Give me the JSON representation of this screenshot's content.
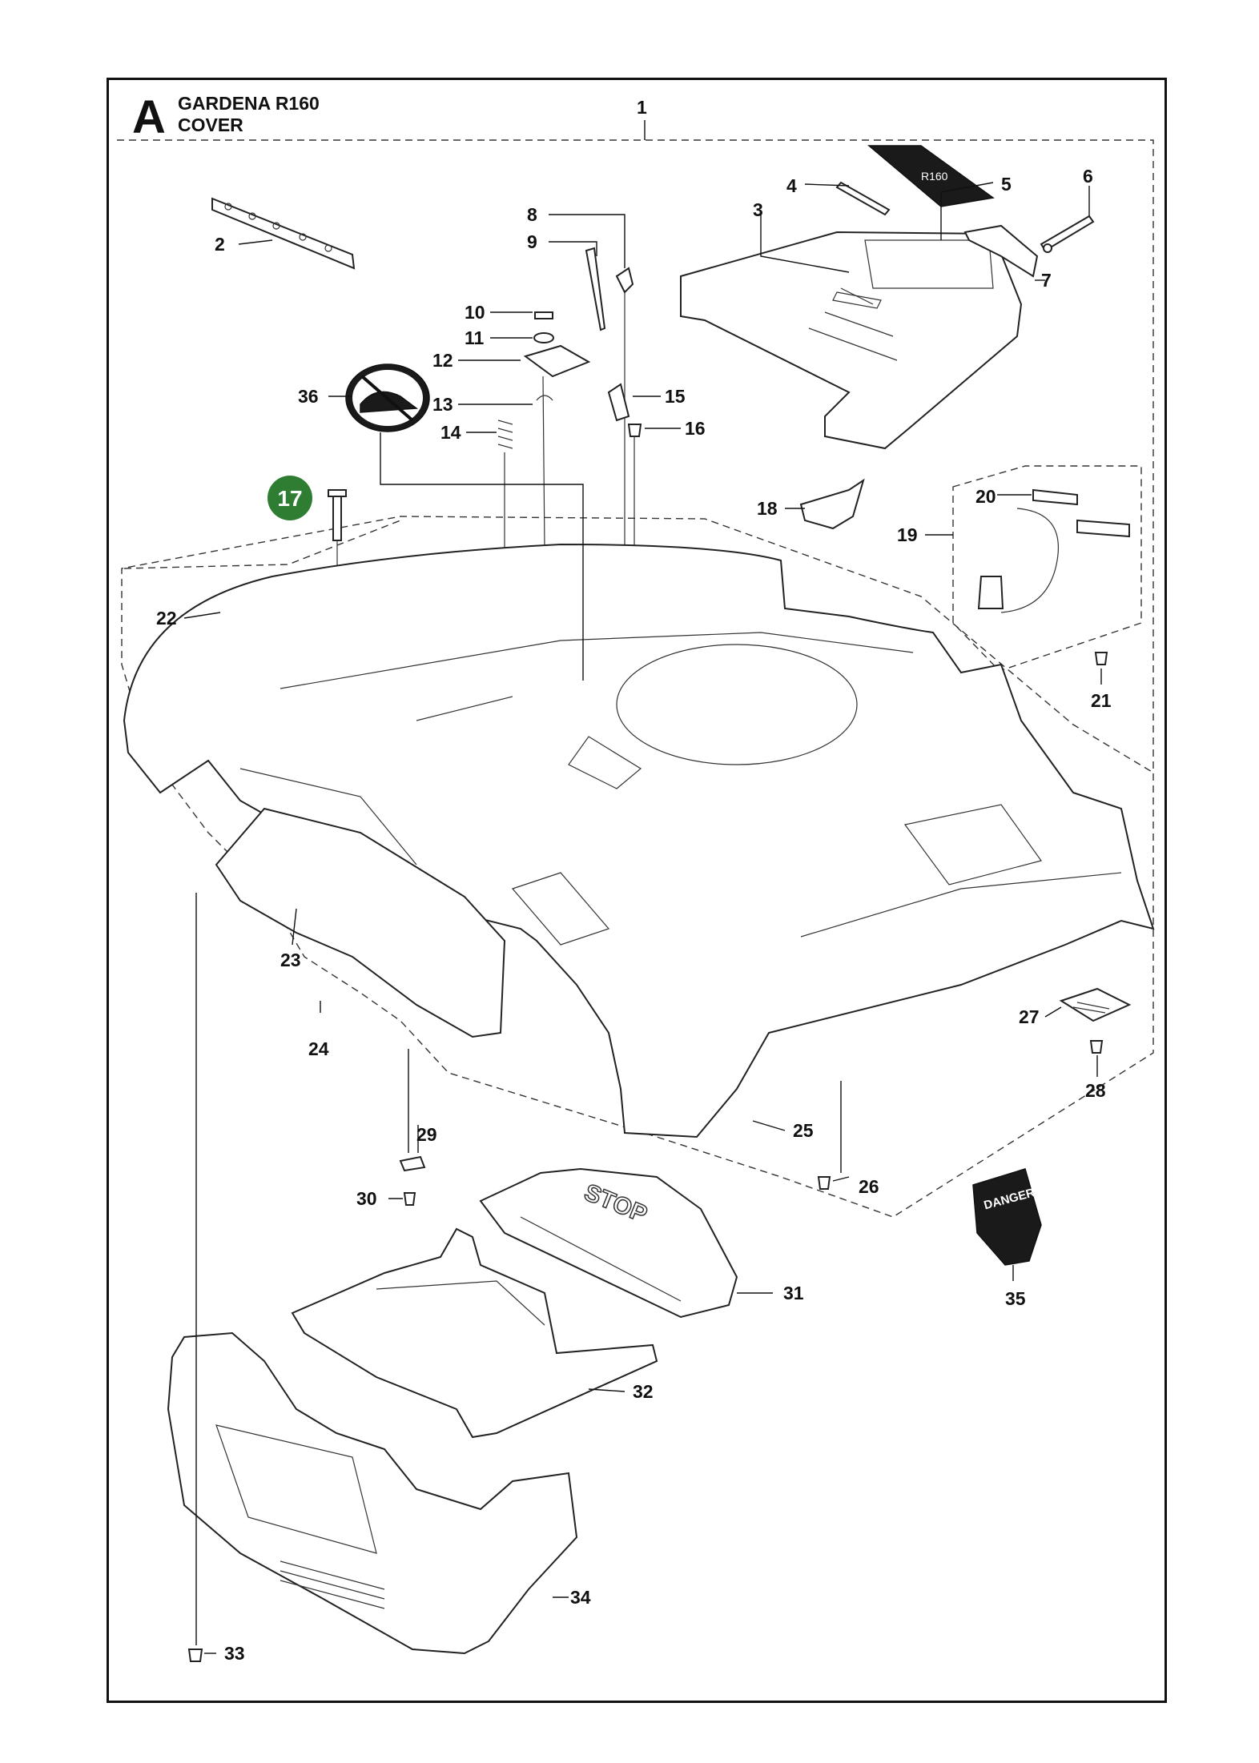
{
  "header": {
    "section_letter": "A",
    "model": "GARDENA R160",
    "assembly": "COVER"
  },
  "callouts": [
    {
      "number": "1",
      "highlighted": false
    },
    {
      "number": "2",
      "highlighted": false
    },
    {
      "number": "3",
      "highlighted": false
    },
    {
      "number": "4",
      "highlighted": false
    },
    {
      "number": "5",
      "highlighted": false
    },
    {
      "number": "6",
      "highlighted": false
    },
    {
      "number": "7",
      "highlighted": false
    },
    {
      "number": "8",
      "highlighted": false
    },
    {
      "number": "9",
      "highlighted": false
    },
    {
      "number": "10",
      "highlighted": false
    },
    {
      "number": "11",
      "highlighted": false
    },
    {
      "number": "12",
      "highlighted": false
    },
    {
      "number": "13",
      "highlighted": false
    },
    {
      "number": "14",
      "highlighted": false
    },
    {
      "number": "15",
      "highlighted": false
    },
    {
      "number": "16",
      "highlighted": false
    },
    {
      "number": "17",
      "highlighted": true
    },
    {
      "number": "18",
      "highlighted": false
    },
    {
      "number": "19",
      "highlighted": false
    },
    {
      "number": "20",
      "highlighted": false
    },
    {
      "number": "21",
      "highlighted": false
    },
    {
      "number": "22",
      "highlighted": false
    },
    {
      "number": "23",
      "highlighted": false
    },
    {
      "number": "24",
      "highlighted": false
    },
    {
      "number": "25",
      "highlighted": false
    },
    {
      "number": "26",
      "highlighted": false
    },
    {
      "number": "27",
      "highlighted": false
    },
    {
      "number": "28",
      "highlighted": false
    },
    {
      "number": "29",
      "highlighted": false
    },
    {
      "number": "30",
      "highlighted": false
    },
    {
      "number": "31",
      "highlighted": false
    },
    {
      "number": "32",
      "highlighted": false
    },
    {
      "number": "33",
      "highlighted": false
    },
    {
      "number": "34",
      "highlighted": false
    },
    {
      "number": "35",
      "highlighted": false
    },
    {
      "number": "36",
      "highlighted": false
    }
  ],
  "part_text": {
    "stop_button": "STOP",
    "danger_label": "DANGER"
  },
  "colors": {
    "highlight": "#2e7d32",
    "highlight_text": "#ffffff",
    "line": "#111111"
  }
}
